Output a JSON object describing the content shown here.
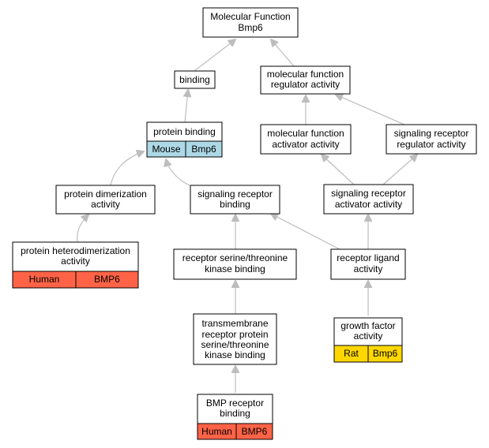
{
  "colors": {
    "edge": "#bdbdbd",
    "mouse": "#add8e6",
    "human": "#ff6347",
    "rat": "#ffd700",
    "box_border": "#000000",
    "box_fill": "#ffffff"
  },
  "nodes": {
    "mf_root": [
      "Molecular Function",
      "Bmp6"
    ],
    "binding": [
      "binding"
    ],
    "mf_regulator": [
      "molecular function",
      "regulator activity"
    ],
    "protein_binding": [
      "protein binding"
    ],
    "mf_activator": [
      "molecular function",
      "activator activity"
    ],
    "sig_rec_regulator": [
      "signaling receptor",
      "regulator activity"
    ],
    "protein_dimerization": [
      "protein dimerization",
      "activity"
    ],
    "sig_rec_binding": [
      "signaling receptor",
      "binding"
    ],
    "sig_rec_activator": [
      "signaling receptor",
      "activator activity"
    ],
    "protein_heterodimerization": [
      "protein heterodimerization",
      "activity"
    ],
    "receptor_ser_thr": [
      "receptor serine/threonine",
      "kinase binding"
    ],
    "receptor_ligand": [
      "receptor ligand",
      "activity"
    ],
    "transmembrane": [
      "transmembrane",
      "receptor protein",
      "serine/threonine",
      "kinase binding"
    ],
    "growth_factor": [
      "growth factor",
      "activity"
    ],
    "bmp_receptor": [
      "BMP receptor",
      "binding"
    ]
  },
  "annotations": {
    "protein_binding": {
      "species": "Mouse",
      "gene": "Bmp6"
    },
    "protein_heterodimerization": {
      "species": "Human",
      "gene": "BMP6"
    },
    "growth_factor": {
      "species": "Rat",
      "gene": "Bmp6"
    },
    "bmp_receptor": {
      "species": "Human",
      "gene": "BMP6"
    }
  }
}
